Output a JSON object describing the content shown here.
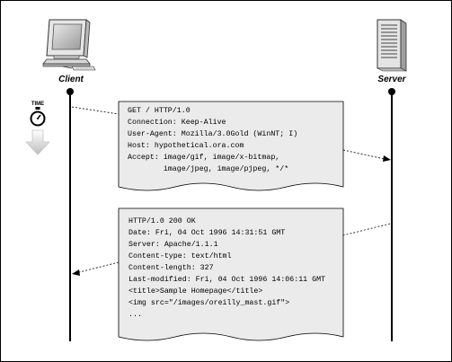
{
  "labels": {
    "client": "Client",
    "server": "Server",
    "time": "TIME"
  },
  "request": {
    "lines": [
      "GET / HTTP/1.0",
      "Connection: Keep-Alive",
      "User-Agent: Mozilla/3.0Gold (WinNT; I)",
      "Host: hypothetical.ora.com",
      "Accept: image/gif, image/x-bitmap,",
      "        image/jpeg, image/pjpeg, */*"
    ]
  },
  "response": {
    "lines": [
      "HTTP/1.0 200 OK",
      "Date: Fri, 04 Oct 1996 14:31:51 GMT",
      "Server: Apache/1.1.1",
      "Content-type: text/html",
      "Content-length: 327",
      "Last-modified: Fri, 04 Oct 1996 14:06:11 GMT",
      "",
      "<title>Sample Homepage</title>",
      "<img src=\"/images/oreilly_mast.gif\">",
      "..."
    ]
  },
  "colors": {
    "paper": "#ebebeb",
    "arrow_gray": "#c8c8c8",
    "line": "#000000"
  }
}
